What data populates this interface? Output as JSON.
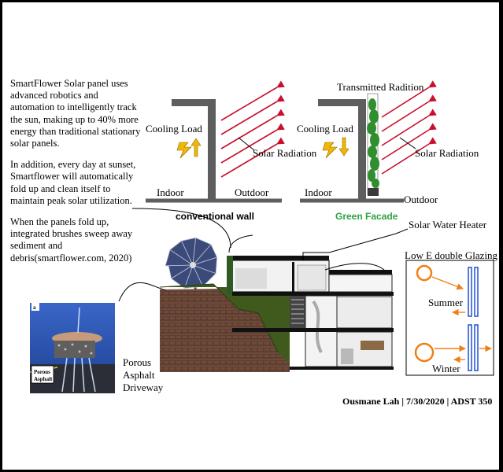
{
  "description_block": {
    "paragraphs": [
      "SmartFlower Solar panel uses advanced robotics and automation to intelligently track the sun, making up to 40% more energy than traditional stationary solar panels.",
      "In addition, every day at sunset, Smartflower will automatically fold up and clean itself to maintain peak solar utilization.",
      "When the panels fold up, integrated brushes sweep away sediment and debris(smartflower.com, 2020)"
    ]
  },
  "wall_diagrams": {
    "conventional": {
      "cooling_load": "Cooling Load",
      "solar_radiation": "Solar Radiation",
      "indoor": "Indoor",
      "outdoor": "Outdoor",
      "caption": "conventional wall"
    },
    "green": {
      "transmitted": "Transmitted Radition",
      "cooling_load": "Cooling Load",
      "solar_radiation": "Solar Radiation",
      "indoor": "Indoor",
      "outdoor": "Outdoor",
      "caption": "Green Facade"
    }
  },
  "labels": {
    "solar_water_heater": "Solar Water Heater",
    "glazing_title": "Low E double Glazing",
    "summer": "Summer",
    "winter": "Winter",
    "porous_line1": "Porous",
    "porous_line2": "Asphalt",
    "porous_line3": "Driveway",
    "photo_tag_line1": "Porous",
    "photo_tag_line2": "Asphalt",
    "photo_corner_tag": "a"
  },
  "footer": {
    "credit": "Ousmane Lah | 7/30/2020  |  ADST 350"
  },
  "colors": {
    "wall": "#5e5e5e",
    "radiation": "#c8102e",
    "green_caption": "#2ea043",
    "bolt": "#f2b705",
    "sun_ring": "#f07f13",
    "glass": "#1f4fd6",
    "soil": "#6e4a3a",
    "grass": "#3f5a1c"
  }
}
